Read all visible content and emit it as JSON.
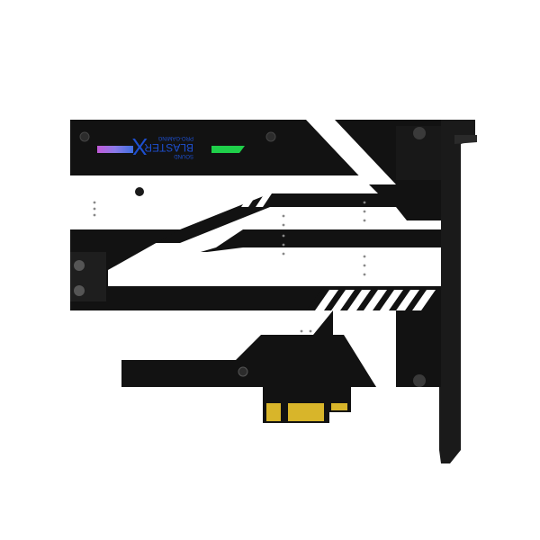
{
  "product": {
    "logo": {
      "brand_top": "SOUND",
      "brand_main": "BLASTER",
      "brand_mark": "X",
      "brand_sub": "PRO-GAMING"
    },
    "colors": {
      "board": "#111111",
      "stripe": "#ffffff",
      "gold": "#d8b52a",
      "left_light_start": "#b04ad8",
      "left_light_end": "#4a6ee0",
      "right_light": "#1fcf4a",
      "logo_blue": "#1d4fd0"
    }
  }
}
